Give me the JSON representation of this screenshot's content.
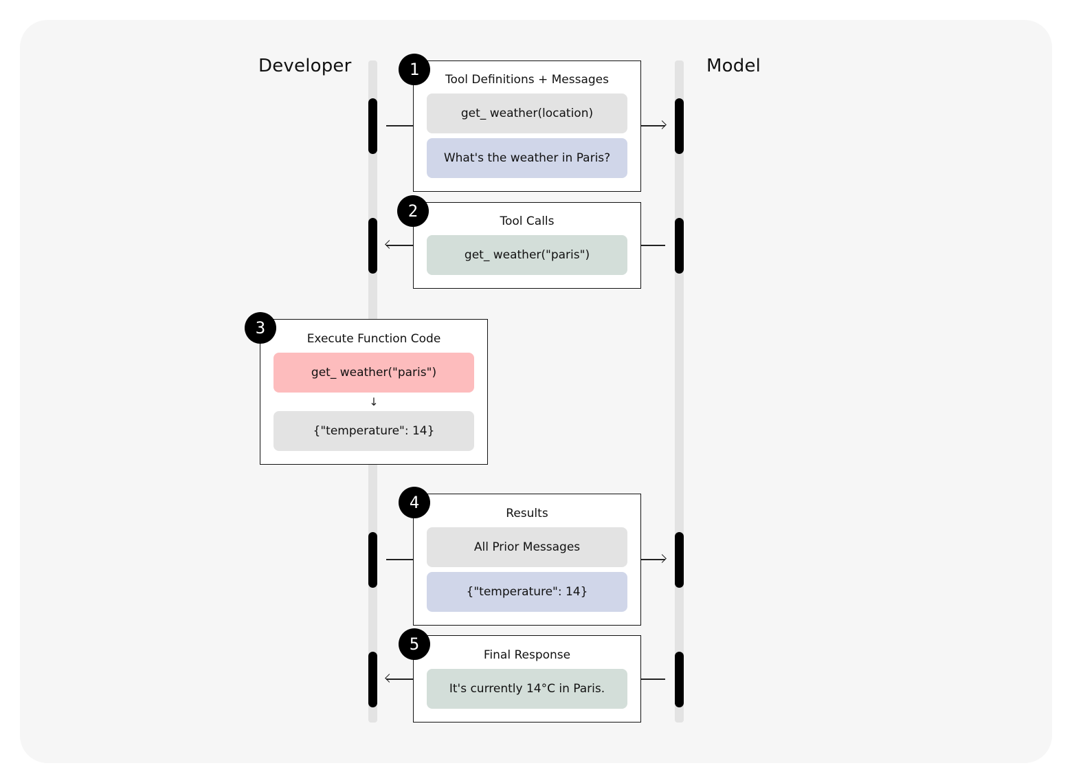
{
  "lanes": {
    "left": "Developer",
    "right": "Model"
  },
  "steps": [
    {
      "number": "1",
      "title": "Tool Definitions + Messages",
      "items": [
        "get_ weather(location)",
        "What's the weather in Paris?"
      ]
    },
    {
      "number": "2",
      "title": "Tool Calls",
      "items": [
        "get_ weather(\"paris\")"
      ]
    },
    {
      "number": "3",
      "title": "Execute Function Code",
      "items": [
        "get_ weather(\"paris\")",
        "{\"temperature\": 14}"
      ],
      "arrow": "↓"
    },
    {
      "number": "4",
      "title": "Results",
      "items": [
        "All Prior Messages",
        "{\"temperature\": 14}"
      ]
    },
    {
      "number": "5",
      "title": "Final Response",
      "items": [
        "It's currently 14°C in Paris."
      ]
    }
  ],
  "colors": {
    "gray": "#e3e3e3",
    "blue": "#d0d6e9",
    "green": "#d3ded9",
    "pink": "#fdbcbd"
  }
}
